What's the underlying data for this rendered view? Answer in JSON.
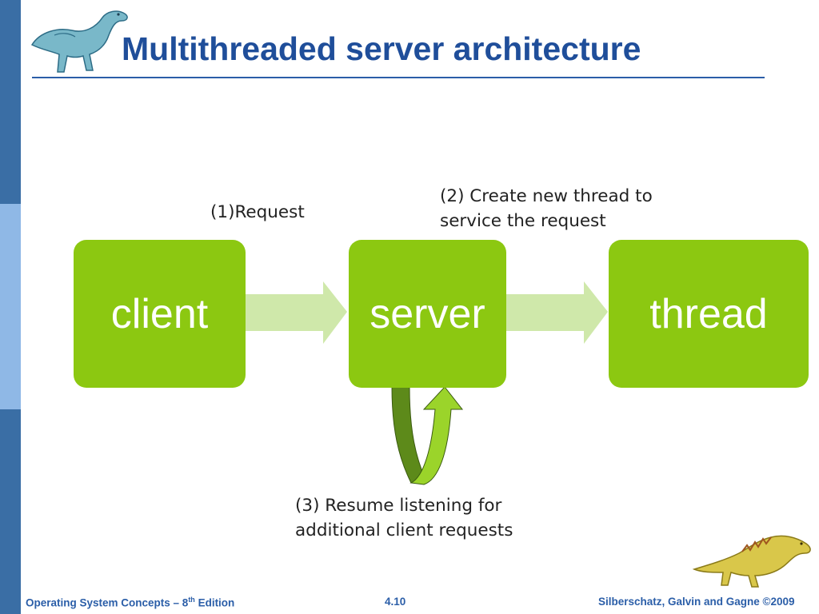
{
  "slide": {
    "title": "Multithreaded server architecture"
  },
  "diagram": {
    "nodes": [
      {
        "id": "client",
        "label": "client"
      },
      {
        "id": "server",
        "label": "server"
      },
      {
        "id": "thread",
        "label": "thread"
      }
    ],
    "step1": "(1)Request",
    "step2_line1": "(2) Create new thread to",
    "step2_line2": "service the request",
    "step3_line1": "(3) Resume listening for",
    "step3_line2": "additional client requests"
  },
  "footer": {
    "book": "Operating System Concepts – 8",
    "book_sup": "th",
    "book_suffix": " Edition",
    "page": "4.10",
    "authors": "Silberschatz, Galvin and Gagne ©2009"
  },
  "colors": {
    "node_fill": "#8cc811",
    "arrow_fill": "#cfe8aa",
    "title": "#1f4e9a",
    "sidebar": "#3a6ea5"
  },
  "icons": [
    "dinosaur-icon",
    "dinosaur-icon"
  ]
}
